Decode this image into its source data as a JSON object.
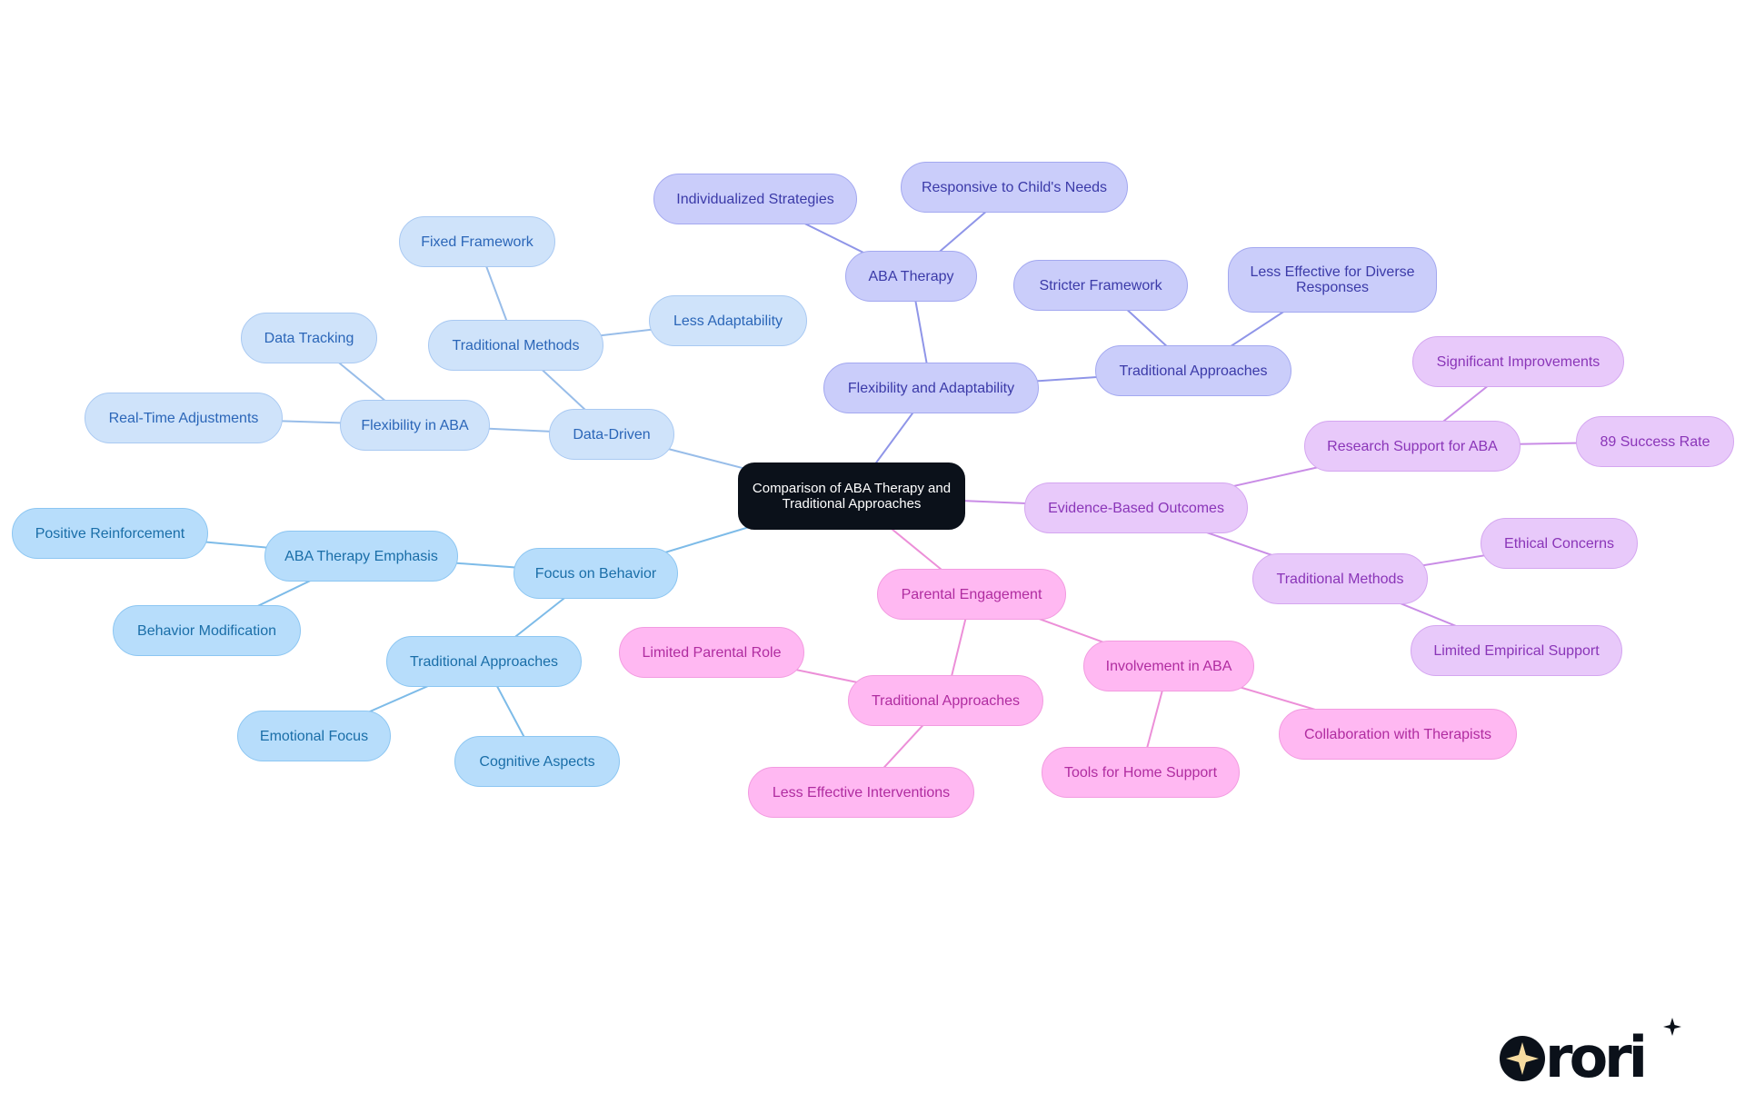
{
  "root": {
    "id": "root",
    "label": "Comparison of ABA Therapy and Traditional Approaches"
  },
  "nodes": [
    {
      "id": "n1",
      "label": "Data-Driven",
      "parent": "root",
      "branch": "lightblue"
    },
    {
      "id": "n2",
      "label": "Traditional Methods",
      "parent": "n1",
      "branch": "lightblue"
    },
    {
      "id": "n3",
      "label": "Fixed Framework",
      "parent": "n2",
      "branch": "lightblue"
    },
    {
      "id": "n4",
      "label": "Less Adaptability",
      "parent": "n2",
      "branch": "lightblue"
    },
    {
      "id": "n5",
      "label": "Flexibility in ABA",
      "parent": "n1",
      "branch": "lightblue"
    },
    {
      "id": "n6",
      "label": "Data Tracking",
      "parent": "n5",
      "branch": "lightblue"
    },
    {
      "id": "n7",
      "label": "Real-Time Adjustments",
      "parent": "n5",
      "branch": "lightblue"
    },
    {
      "id": "n8",
      "label": "Focus on Behavior",
      "parent": "root",
      "branch": "sky"
    },
    {
      "id": "n9",
      "label": "ABA Therapy Emphasis",
      "parent": "n8",
      "branch": "sky"
    },
    {
      "id": "n10",
      "label": "Positive Reinforcement",
      "parent": "n9",
      "branch": "sky"
    },
    {
      "id": "n11",
      "label": "Behavior Modification",
      "parent": "n9",
      "branch": "sky"
    },
    {
      "id": "n12",
      "label": "Traditional Approaches",
      "parent": "n8",
      "branch": "sky"
    },
    {
      "id": "n13",
      "label": "Emotional Focus",
      "parent": "n12",
      "branch": "sky"
    },
    {
      "id": "n14",
      "label": "Cognitive Aspects",
      "parent": "n12",
      "branch": "sky"
    },
    {
      "id": "n15",
      "label": "Flexibility and Adaptability",
      "parent": "root",
      "branch": "indigo"
    },
    {
      "id": "n16",
      "label": "ABA Therapy",
      "parent": "n15",
      "branch": "indigo"
    },
    {
      "id": "n17",
      "label": "Individualized Strategies",
      "parent": "n16",
      "branch": "indigo"
    },
    {
      "id": "n18",
      "label": "Responsive to Child's Needs",
      "parent": "n16",
      "branch": "indigo"
    },
    {
      "id": "n19",
      "label": "Traditional Approaches",
      "parent": "n15",
      "branch": "indigo"
    },
    {
      "id": "n20",
      "label": "Stricter Framework",
      "parent": "n19",
      "branch": "indigo"
    },
    {
      "id": "n21",
      "label": "Less Effective for Diverse Responses",
      "parent": "n19",
      "branch": "indigo"
    },
    {
      "id": "n22",
      "label": "Evidence-Based Outcomes",
      "parent": "root",
      "branch": "purple"
    },
    {
      "id": "n23",
      "label": "Research Support for ABA",
      "parent": "n22",
      "branch": "purple"
    },
    {
      "id": "n24",
      "label": "Significant Improvements",
      "parent": "n23",
      "branch": "purple"
    },
    {
      "id": "n25",
      "label": "89 Success Rate",
      "parent": "n23",
      "branch": "purple"
    },
    {
      "id": "n26",
      "label": "Traditional Methods",
      "parent": "n22",
      "branch": "purple"
    },
    {
      "id": "n27",
      "label": "Ethical Concerns",
      "parent": "n26",
      "branch": "purple"
    },
    {
      "id": "n28",
      "label": "Limited Empirical Support",
      "parent": "n26",
      "branch": "purple"
    },
    {
      "id": "n29",
      "label": "Parental Engagement",
      "parent": "root",
      "branch": "pink"
    },
    {
      "id": "n30",
      "label": "Involvement in ABA",
      "parent": "n29",
      "branch": "pink"
    },
    {
      "id": "n31",
      "label": "Collaboration with Therapists",
      "parent": "n30",
      "branch": "pink"
    },
    {
      "id": "n32",
      "label": "Tools for Home Support",
      "parent": "n30",
      "branch": "pink"
    },
    {
      "id": "n33",
      "label": "Traditional Approaches",
      "parent": "n29",
      "branch": "pink"
    },
    {
      "id": "n34",
      "label": "Limited Parental Role",
      "parent": "n33",
      "branch": "pink"
    },
    {
      "id": "n35",
      "label": "Less Effective Interventions",
      "parent": "n33",
      "branch": "pink"
    }
  ],
  "branch_colors": {
    "root": {
      "fill": "#0b111a",
      "border": "#0b111a",
      "text": "#ffffff",
      "line": "#0b111a"
    },
    "lightblue": {
      "fill": "#cfe3fa",
      "border": "#a9c9f2",
      "text": "#2b66b8",
      "line": "#98bde9"
    },
    "sky": {
      "fill": "#b7ddfb",
      "border": "#8cc6f2",
      "text": "#1a6ea8",
      "line": "#7dbbe8"
    },
    "indigo": {
      "fill": "#cacdfa",
      "border": "#a3a8f0",
      "text": "#3b3aa8",
      "line": "#8f95e8"
    },
    "purple": {
      "fill": "#e8c9fa",
      "border": "#d4a6f0",
      "text": "#8a35b8",
      "line": "#c98ce6"
    },
    "pink": {
      "fill": "#ffb8f2",
      "border": "#f29be0",
      "text": "#b02ca0",
      "line": "#ec8fd8"
    }
  },
  "logo": {
    "text": "rori",
    "icon": "sparkle-icon"
  }
}
